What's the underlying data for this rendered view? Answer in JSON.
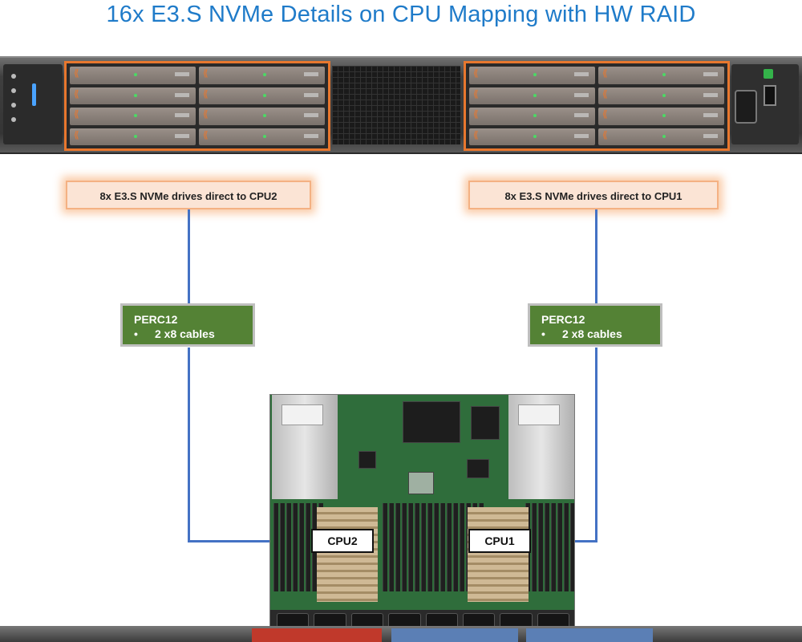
{
  "title": "16x E3.S NVMe Details on CPU Mapping with HW RAID",
  "callouts": {
    "left": "8x E3.S NVMe drives direct to CPU2",
    "right": "8x E3.S NVMe drives direct to CPU1"
  },
  "perc": {
    "left": {
      "name": "PERC12",
      "bullet": "•",
      "detail": "2 x8 cables"
    },
    "right": {
      "name": "PERC12",
      "bullet": "•",
      "detail": "2 x8 cables"
    }
  },
  "cpus": {
    "left": "CPU2",
    "right": "CPU1"
  },
  "colors": {
    "title": "#1f7bc9",
    "drive_group_outline": "#e8772e",
    "connector": "#4472c4",
    "perc_fill": "#548235",
    "callout_fill": "#fbe4d5"
  },
  "icons": {
    "drive_group_left": "drive-bay-group",
    "drive_group_right": "drive-bay-group",
    "board": "motherboard-photo"
  }
}
